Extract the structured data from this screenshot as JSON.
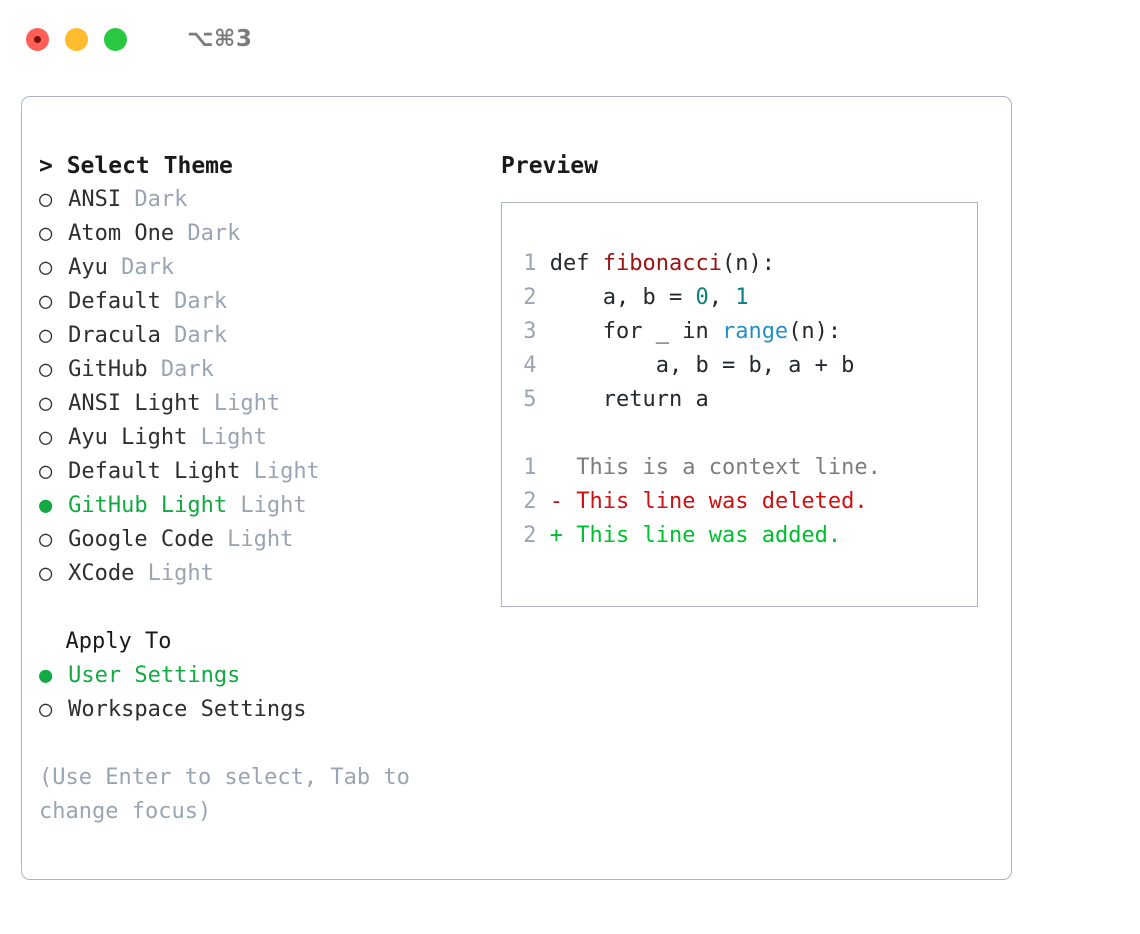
{
  "window": {
    "shortcut": "⌥⌘3",
    "traffic_lights": [
      "close-red",
      "minimize-yellow",
      "zoom-green"
    ]
  },
  "theme_picker": {
    "header": "> Select Theme",
    "focused": true,
    "items": [
      {
        "bullet": "○",
        "name": "ANSI",
        "variant": "Dark",
        "selected": false
      },
      {
        "bullet": "○",
        "name": "Atom One",
        "variant": "Dark",
        "selected": false
      },
      {
        "bullet": "○",
        "name": "Ayu",
        "variant": "Dark",
        "selected": false
      },
      {
        "bullet": "○",
        "name": "Default",
        "variant": "Dark",
        "selected": false
      },
      {
        "bullet": "○",
        "name": "Dracula",
        "variant": "Dark",
        "selected": false
      },
      {
        "bullet": "○",
        "name": "GitHub",
        "variant": "Dark",
        "selected": false
      },
      {
        "bullet": "○",
        "name": "ANSI Light",
        "variant": "Light",
        "selected": false
      },
      {
        "bullet": "○",
        "name": "Ayu Light",
        "variant": "Light",
        "selected": false
      },
      {
        "bullet": "○",
        "name": "Default Light",
        "variant": "Light",
        "selected": false
      },
      {
        "bullet": "●",
        "name": "GitHub Light",
        "variant": "Light",
        "selected": true
      },
      {
        "bullet": "○",
        "name": "Google Code",
        "variant": "Light",
        "selected": false
      },
      {
        "bullet": "○",
        "name": "XCode",
        "variant": "Light",
        "selected": false
      }
    ]
  },
  "apply_to": {
    "header": "  Apply To",
    "options": [
      {
        "bullet": "●",
        "label": "User Settings",
        "selected": true
      },
      {
        "bullet": "○",
        "label": "Workspace Settings",
        "selected": false
      }
    ]
  },
  "hint": "(Use Enter to select, Tab to change focus)",
  "preview": {
    "header": "Preview",
    "code_lines": [
      {
        "number": "1",
        "tokens": [
          {
            "text": "def ",
            "kind": "plain"
          },
          {
            "text": "fibonacci",
            "kind": "fn"
          },
          {
            "text": "(n):",
            "kind": "plain"
          }
        ]
      },
      {
        "number": "2",
        "tokens": [
          {
            "text": "    a, b = ",
            "kind": "plain"
          },
          {
            "text": "0",
            "kind": "num"
          },
          {
            "text": ", ",
            "kind": "plain"
          },
          {
            "text": "1",
            "kind": "num"
          }
        ]
      },
      {
        "number": "3",
        "tokens": [
          {
            "text": "    for _ in ",
            "kind": "plain"
          },
          {
            "text": "range",
            "kind": "kw"
          },
          {
            "text": "(n):",
            "kind": "plain"
          }
        ]
      },
      {
        "number": "4",
        "tokens": [
          {
            "text": "        a, b = b, a + b",
            "kind": "plain"
          }
        ]
      },
      {
        "number": "5",
        "tokens": [
          {
            "text": "    return a",
            "kind": "plain"
          }
        ]
      }
    ],
    "diff_lines": [
      {
        "number": "1",
        "marker": "  ",
        "text": "This is a context line.",
        "kind": "context"
      },
      {
        "number": "2",
        "marker": "- ",
        "text": "This line was deleted.",
        "kind": "deleted"
      },
      {
        "number": "2",
        "marker": "+ ",
        "text": "This line was added.",
        "kind": "added"
      }
    ]
  },
  "colors": {
    "selection_green": "#13a943",
    "muted_gray": "#9aa4b2",
    "border": "#aab4c2",
    "code_fn_red": "#9b1212",
    "code_num_teal": "#0d8080",
    "code_kw_blue": "#2490c4",
    "diff_del_red": "#cc1111",
    "diff_add_green": "#00bf2f",
    "traffic_red": "#ff5f57",
    "traffic_yellow": "#febc2e",
    "traffic_green": "#28c840"
  }
}
